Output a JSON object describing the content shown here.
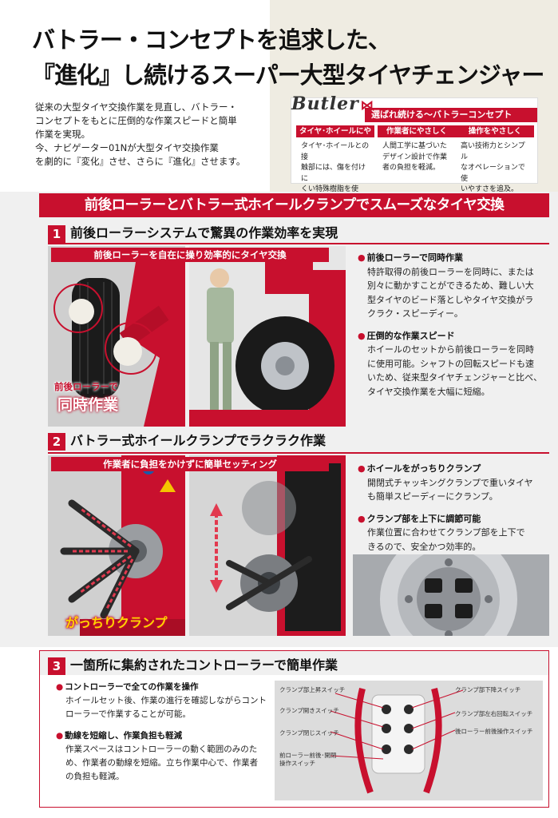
{
  "headline": {
    "line1": "バトラー・コンセプトを追求した、",
    "line2": "『進化』し続けるスーパー大型タイヤチェンジャー"
  },
  "intro": {
    "line1": "従来の大型タイヤ交換作業を見直し、バトラー・",
    "line2": "コンセプトをもとに圧倒的な作業スピードと簡単",
    "line3": "作業を実現。",
    "line4": "今、ナビゲーター01Nが大型タイヤ交換作業",
    "line5": "を劇的に『変化』させ、さらに『進化』させます。"
  },
  "butler": {
    "logo": "Butler",
    "band": "選ばれ続ける～バトラーコンセプト",
    "pillars": [
      {
        "title": "タイヤ･ホイールにやさしく",
        "l1": "タイヤ･ホイールとの接",
        "l2": "触部には、傷を付けに",
        "l3": "くい特殊樹脂を使用。"
      },
      {
        "title": "作業者にやさしく",
        "l1": "人間工学に基づいた",
        "l2": "デザイン設計で作業",
        "l3": "者の負担を軽減。"
      },
      {
        "title": "操作をやさしく",
        "l1": "高い技術力とシンプル",
        "l2": "なオペレーションで使",
        "l3": "いやすさを追及。"
      }
    ]
  },
  "banner": "前後ローラーとバトラー式ホイールクランプでスムーズなタイヤ交換",
  "section1": {
    "num": "1",
    "title": "前後ローラーシステムで驚異の作業効率を実現",
    "caption": "前後ローラーを自在に操り効率的にタイヤ交換",
    "overlay1": "前後ローラーで",
    "overlay2": "同時作業",
    "bullets": [
      {
        "title": "前後ローラーで同時作業",
        "l1": "特許取得の前後ローラーを同時に、または",
        "l2": "別々に動かすことができるため、難しい大",
        "l3": "型タイヤのビード落としやタイヤ交換がラ",
        "l4": "クラク・スピーディー。"
      },
      {
        "title": "圧倒的な作業スピード",
        "l1": "ホイールのセットから前後ローラーを同時",
        "l2": "に使用可能。シャフトの回転スピードも速",
        "l3": "いため、従来型タイヤチェンジャーと比べ、",
        "l4": "タイヤ交換作業を大幅に短縮。"
      }
    ]
  },
  "section2": {
    "num": "2",
    "title": "バトラー式ホイールクランプでラクラク作業",
    "caption": "作業者に負担をかけずに簡単セッティング",
    "overlay": "がっちりクランプ",
    "bullets": [
      {
        "title": "ホイールをがっちりクランプ",
        "l1": "開閉式チャッキングクランプで重いタイヤ",
        "l2": "も簡単スピーディーにクランプ。"
      },
      {
        "title": "クランプ部を上下に調節可能",
        "l1": "作業位置に合わせてクランプ部を上下で",
        "l2": "きるので、安全かつ効率的。"
      }
    ]
  },
  "section3": {
    "num": "3",
    "title": "一箇所に集約されたコントローラーで簡単作業",
    "bullets": [
      {
        "title": "コントローラーで全ての作業を操作",
        "l1": "ホイールセット後、作業の進行を確認しながらコント",
        "l2": "ローラーで作業することが可能。"
      },
      {
        "title": "動線を短縮し、作業負担も軽減",
        "l1": "作業スペースはコントローラーの動く範囲のみのた",
        "l2": "め、作業者の動線を短縮。立ち作業中心で、作業者",
        "l3": "の負担も軽減。"
      }
    ],
    "controller_labels": {
      "up": "クランプ部上昇スイッチ",
      "open": "クランプ開きスイッチ",
      "close": "クランプ閉じスイッチ",
      "front1": "前ローラー前後･開閉",
      "front2": "操作スイッチ",
      "down": "クランプ部下降スイッチ",
      "rotate": "クランプ部左右回転スイッチ",
      "rear": "後ローラー前後操作スイッチ"
    }
  },
  "colors": {
    "brand_red": "#c8102e",
    "beige": "#efece2",
    "panel_grey": "#f0f0f0"
  }
}
